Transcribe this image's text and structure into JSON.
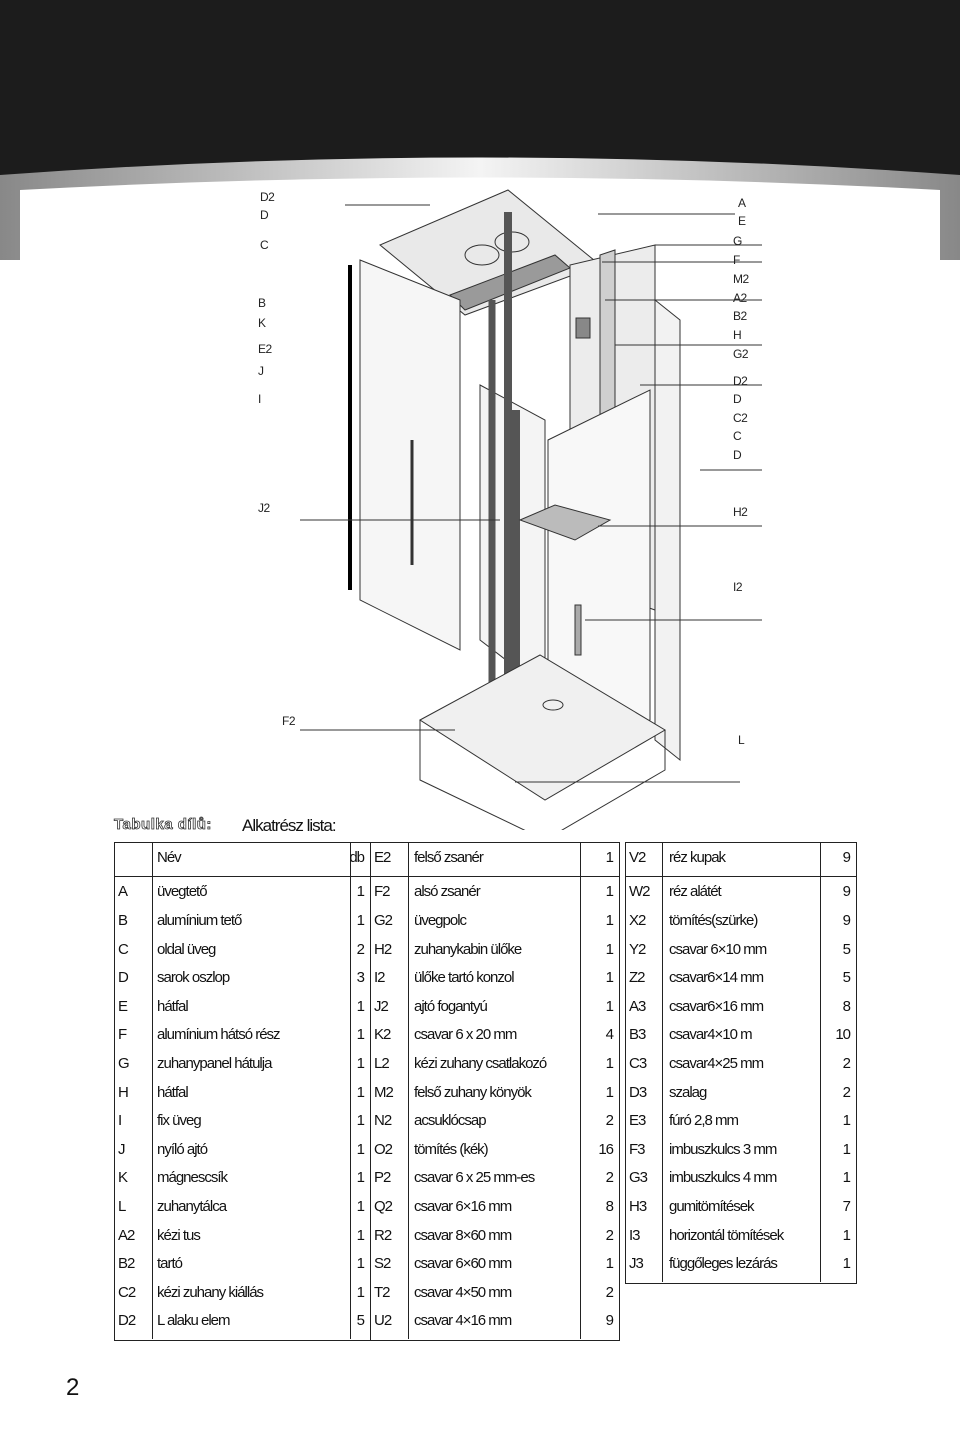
{
  "diagram_labels": {
    "right": [
      "A",
      "E",
      "G",
      "F",
      "M2",
      "A2",
      "B2",
      "H",
      "G2",
      "D2",
      "D",
      "C2",
      "C",
      "D"
    ],
    "left": [
      "D2",
      "D",
      "C",
      "B",
      "K",
      "E2",
      "J",
      "I"
    ],
    "j2": "J2",
    "h2": "H2",
    "i2": "I2",
    "f2": "F2",
    "l": "L"
  },
  "section_title": "Tabulka dílů:",
  "parts_heading": "Alkatrész lista:",
  "table_header": {
    "name": "Név",
    "qty": "db"
  },
  "columns": [
    [
      [
        "A",
        "üvegtető",
        "1"
      ],
      [
        "B",
        "alumínium tető",
        "1"
      ],
      [
        "C",
        "oldal üveg",
        "2"
      ],
      [
        "D",
        "sarok oszlop",
        "3"
      ],
      [
        "E",
        "hátfal",
        "1"
      ],
      [
        "F",
        "alumínium hátsó rész",
        "1"
      ],
      [
        "G",
        "zuhanypanel hátulja",
        "1"
      ],
      [
        "H",
        "hátfal",
        "1"
      ],
      [
        "I",
        "fix üveg",
        "1"
      ],
      [
        "J",
        "nyíló ajtó",
        "1"
      ],
      [
        "K",
        "mágnescsík",
        "1"
      ],
      [
        "L",
        "zuhanytálca",
        "1"
      ],
      [
        "A2",
        "kézi tus",
        "1"
      ],
      [
        "B2",
        "tartó",
        "1"
      ],
      [
        "C2",
        "kézi zuhany kiállás",
        "1"
      ],
      [
        "D2",
        "L alaku elem",
        "5"
      ]
    ],
    [
      [
        "E2",
        "felső zsanér",
        "1"
      ],
      [
        "F2",
        "alsó zsanér",
        "1"
      ],
      [
        "G2",
        "üvegpolc",
        "1"
      ],
      [
        "H2",
        "zuhanykabin ülőke",
        "1"
      ],
      [
        "I2",
        "ülőke tartó konzol",
        "1"
      ],
      [
        "J2",
        "ajtó fogantyú",
        "1"
      ],
      [
        "K2",
        "csavar 6 x 20 mm",
        "4"
      ],
      [
        "L2",
        "kézi zuhany csatlakozó",
        "1"
      ],
      [
        "M2",
        "felső zuhany könyök",
        "1"
      ],
      [
        "N2",
        "acsuklócsap",
        "2"
      ],
      [
        "O2",
        "tömítés (kék)",
        "16"
      ],
      [
        "P2",
        "csavar 6 x 25 mm-es",
        "2"
      ],
      [
        "Q2",
        "csavar  6×16 mm",
        "8"
      ],
      [
        "R2",
        "csavar 8×60 mm",
        "2"
      ],
      [
        "S2",
        "csavar 6×60 mm",
        "1"
      ],
      [
        "T2",
        "csavar 4×50 mm",
        "2"
      ],
      [
        "U2",
        "csavar 4×16 mm",
        "9"
      ]
    ],
    [
      [
        "V2",
        "réz kupak",
        "9"
      ],
      [
        "W2",
        "réz alátét",
        "9"
      ],
      [
        "X2",
        "tömítés(szürke)",
        "9"
      ],
      [
        "Y2",
        "csavar 6×10 mm",
        "5"
      ],
      [
        "Z2",
        "csavar6×14 mm",
        "5"
      ],
      [
        "A3",
        "csavar6×16 mm",
        "8"
      ],
      [
        "B3",
        "csavar4×10 m",
        "10"
      ],
      [
        "C3",
        "csavar4×25 mm",
        "2"
      ],
      [
        "D3",
        "szalag",
        "2"
      ],
      [
        "E3",
        "fúró 2,8 mm",
        "1"
      ],
      [
        "F3",
        "imbuszkulcs 3 mm",
        "1"
      ],
      [
        "G3",
        "imbuszkulcs 4 mm",
        "1"
      ],
      [
        "H3",
        "gumitömítések",
        "7"
      ],
      [
        "I3",
        "horizontál tömítések",
        "1"
      ],
      [
        "J3",
        "függőleges lezárás",
        "1"
      ]
    ]
  ],
  "page_number": "2"
}
